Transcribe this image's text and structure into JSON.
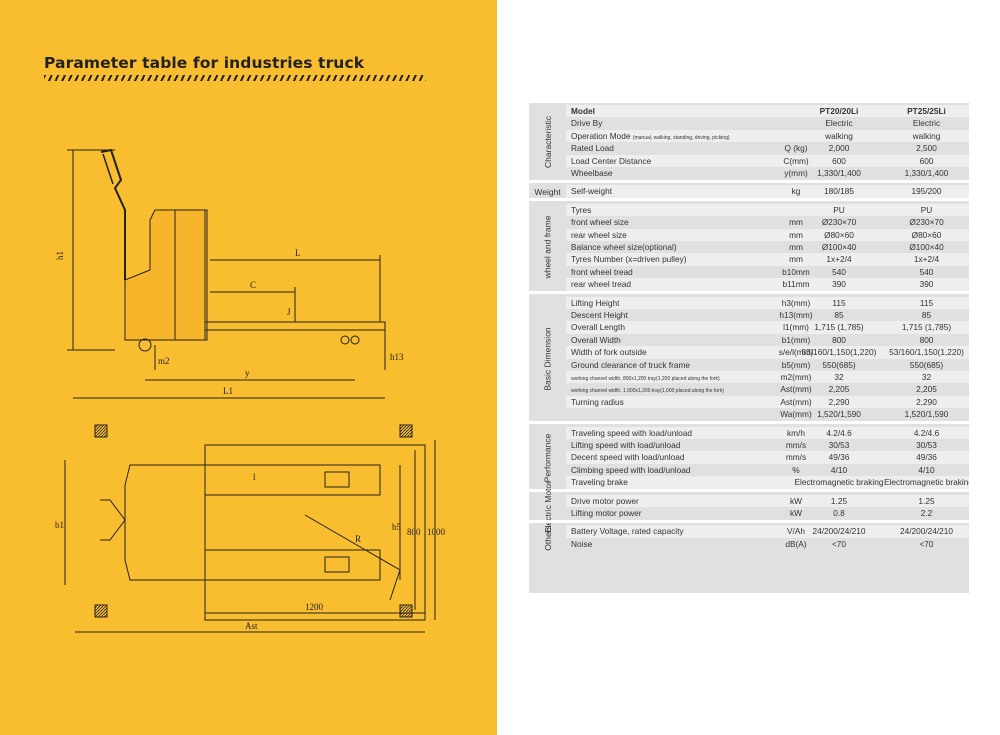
{
  "page": {
    "title": "Parameter table for industries truck",
    "accent_color": "#f9bd30"
  },
  "drawing": {
    "side_labels": [
      "h1",
      "L",
      "C",
      "J",
      "h13",
      "m2",
      "y",
      "L1"
    ],
    "top_labels": [
      "b1",
      "b5",
      "800",
      "1000",
      "1200",
      "Ast",
      "l",
      "R"
    ]
  },
  "spec": {
    "sections": [
      {
        "name": "Characteristic",
        "rows": [
          {
            "label": "Model",
            "note": "",
            "unit": "",
            "v1": "PT20/20Li",
            "v2": "PT25/25Li",
            "header": true
          },
          {
            "label": "Drive By",
            "note": "",
            "unit": "",
            "v1": "Electric",
            "v2": "Electric"
          },
          {
            "label": "Operation Mode",
            "note": "(manual, walking, standing, driving, picking)",
            "unit": "",
            "v1": "walking",
            "v2": "walking"
          },
          {
            "label": "Rated Load",
            "note": "",
            "unit": "Q (kg)",
            "v1": "2,000",
            "v2": "2,500"
          },
          {
            "label": "Load Center Distance",
            "note": "",
            "unit": "C(mm)",
            "v1": "600",
            "v2": "600"
          },
          {
            "label": "Wheelbase",
            "note": "",
            "unit": "y(mm)",
            "v1": "1,330/1,400",
            "v2": "1,330/1,400"
          }
        ]
      },
      {
        "name": "Weight",
        "rows": [
          {
            "label": "Self-weight",
            "note": "",
            "unit": "kg",
            "v1": "180/185",
            "v2": "195/200"
          }
        ]
      },
      {
        "name": "wheel and frame",
        "rows": [
          {
            "label": "Tyres",
            "note": "",
            "unit": "",
            "v1": "PU",
            "v2": "PU"
          },
          {
            "label": "front wheel size",
            "note": "",
            "unit": "mm",
            "v1": "Ø230×70",
            "v2": "Ø230×70"
          },
          {
            "label": "rear wheel size",
            "note": "",
            "unit": "mm",
            "v1": "Ø80×60",
            "v2": "Ø80×60"
          },
          {
            "label": "Balance wheel size(optional)",
            "note": "",
            "unit": "mm",
            "v1": "Ø100×40",
            "v2": "Ø100×40"
          },
          {
            "label": "Tyres Number (x=driven pulley)",
            "note": "",
            "unit": "mm",
            "v1": "1x+2/4",
            "v2": "1x+2/4"
          },
          {
            "label": "front wheel tread",
            "note": "",
            "unit": "b10mm",
            "v1": "540",
            "v2": "540"
          },
          {
            "label": "rear wheel tread",
            "note": "",
            "unit": "b11mm",
            "v1": "390",
            "v2": "390"
          }
        ]
      },
      {
        "name": "Basic Dimension",
        "rows": [
          {
            "label": "Lifting Height",
            "note": "",
            "unit": "h3(mm)",
            "v1": "115",
            "v2": "115"
          },
          {
            "label": "Descent Height",
            "note": "",
            "unit": "h13(mm)",
            "v1": "85",
            "v2": "85"
          },
          {
            "label": "Overall Length",
            "note": "",
            "unit": "l1(mm)",
            "v1": "1,715 (1,785)",
            "v2": "1,715 (1,785)"
          },
          {
            "label": "Overall Width",
            "note": "",
            "unit": "b1(mm)",
            "v1": "800",
            "v2": "800"
          },
          {
            "label": "Width of fork outside",
            "note": "",
            "unit": "s/e/l(mm)",
            "v1": "53/160/1,150(1,220)",
            "v2": "53/160/1,150(1,220)"
          },
          {
            "label": "Ground clearance of truck frame",
            "note": "",
            "unit": "b5(mm)",
            "v1": "550(685)",
            "v2": "550(685)"
          },
          {
            "label": "",
            "note": "working channel width, 800x1,200 tray(1,200 placed along the fork)",
            "unit": "m2(mm)",
            "v1": "32",
            "v2": "32"
          },
          {
            "label": "",
            "note": "working channel width, 1,000x1,200 tray(1,000 placed along the fork)",
            "unit": "Ast(mm)",
            "v1": "2,205",
            "v2": "2,205"
          },
          {
            "label": "Turning radius",
            "note": "",
            "unit": "Ast(mm)",
            "v1": "2,290",
            "v2": "2,290"
          },
          {
            "label": "",
            "note": "",
            "unit": "Wa(mm)",
            "v1": "1,520/1,590",
            "v2": "1,520/1,590"
          }
        ]
      },
      {
        "name": "Performance",
        "rows": [
          {
            "label": "Traveling speed with load/unload",
            "note": "",
            "unit": "km/h",
            "v1": "4.2/4.6",
            "v2": "4.2/4.6"
          },
          {
            "label": "Lifting speed with load/unload",
            "note": "",
            "unit": "mm/s",
            "v1": "30/53",
            "v2": "30/53"
          },
          {
            "label": "Decent speed with load/unload",
            "note": "",
            "unit": "mm/s",
            "v1": "49/36",
            "v2": "49/36"
          },
          {
            "label": "Climbing speed with load/unload",
            "note": "",
            "unit": "%",
            "v1": "4/10",
            "v2": "4/10"
          },
          {
            "label": "Traveling brake",
            "note": "",
            "unit": "",
            "v1": "Electromagnetic braking",
            "v2": "Electromagnetic braking"
          }
        ]
      },
      {
        "name": "Electric Motor",
        "rows": [
          {
            "label": "Drive motor power",
            "note": "",
            "unit": "kW",
            "v1": "1.25",
            "v2": "1.25"
          },
          {
            "label": "Lifting motor power",
            "note": "",
            "unit": "kW",
            "v1": "0.8",
            "v2": "2.2"
          }
        ]
      },
      {
        "name": "Others",
        "rows": [
          {
            "label": "Battery Voltage, rated capacity",
            "note": "",
            "unit": "V/Ah",
            "v1": "24/200/24/210",
            "v2": "24/200/24/210"
          },
          {
            "label": "Noise",
            "note": "",
            "unit": "dB(A)",
            "v1": "<70",
            "v2": "<70"
          }
        ]
      }
    ]
  }
}
